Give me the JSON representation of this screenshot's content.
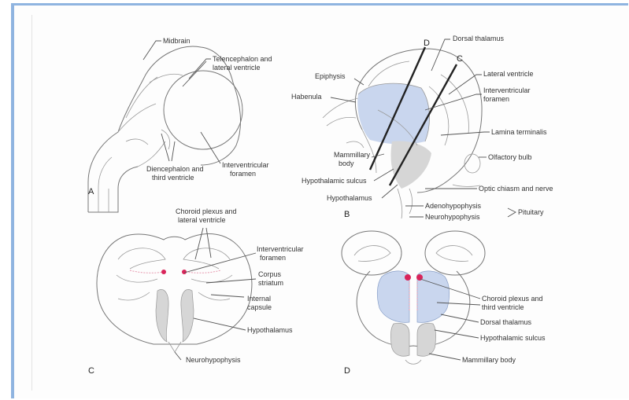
{
  "panels": {
    "a": {
      "letter": "A",
      "labels": {
        "midbrain": "Midbrain",
        "telencephalon": "Telencephalon and",
        "telencephalon2": "lateral ventricle",
        "diencephalon": "Diencephalon and",
        "diencephalon2": "third ventricle",
        "ivf": "Interventricular",
        "ivf2": "foramen"
      }
    },
    "b": {
      "letter": "B",
      "cut_d": "D",
      "cut_c": "C",
      "labels": {
        "dorsal_thalamus": "Dorsal thalamus",
        "epiphysis": "Epiphysis",
        "habenula": "Habenula",
        "lateral_ventricle": "Lateral ventricle",
        "ivf": "Interventricular",
        "ivf2": "foramen",
        "lamina_terminalis": "Lamina terminalis",
        "mammillary": "Mammillary",
        "mammillary2": "body",
        "olfactory_bulb": "Olfactory bulb",
        "hypothalamic_sulcus": "Hypothalamic sulcus",
        "hypothalamus": "Hypothalamus",
        "optic": "Optic chiasm and nerve",
        "adenohypophysis": "Adenohypophysis",
        "neurohypophysis": "Neurohypophysis",
        "pituitary": "Pituitary"
      }
    },
    "c": {
      "letter": "C",
      "labels": {
        "choroid": "Choroid plexus and",
        "choroid2": "lateral ventricle",
        "ivf": "Interventricular",
        "ivf2": "foramen",
        "corpus": "Corpus",
        "corpus2": "striatum",
        "internal": "Internal",
        "internal2": "capsule",
        "hypothalamus": "Hypothalamus",
        "neurohypophysis": "Neurohypophysis"
      }
    },
    "d": {
      "letter": "D",
      "labels": {
        "choroid": "Choroid plexus and",
        "choroid2": "third ventricle",
        "dorsal_thalamus": "Dorsal thalamus",
        "hypothalamic_sulcus": "Hypothalamic sulcus",
        "mammillary": "Mammillary body"
      }
    }
  },
  "colors": {
    "thalamus_fill": "#c9d6ee",
    "hypothalamus_fill": "#d6d6d6",
    "choroid_red": "#d9245a",
    "frame_blue": "#8fb4e0"
  }
}
